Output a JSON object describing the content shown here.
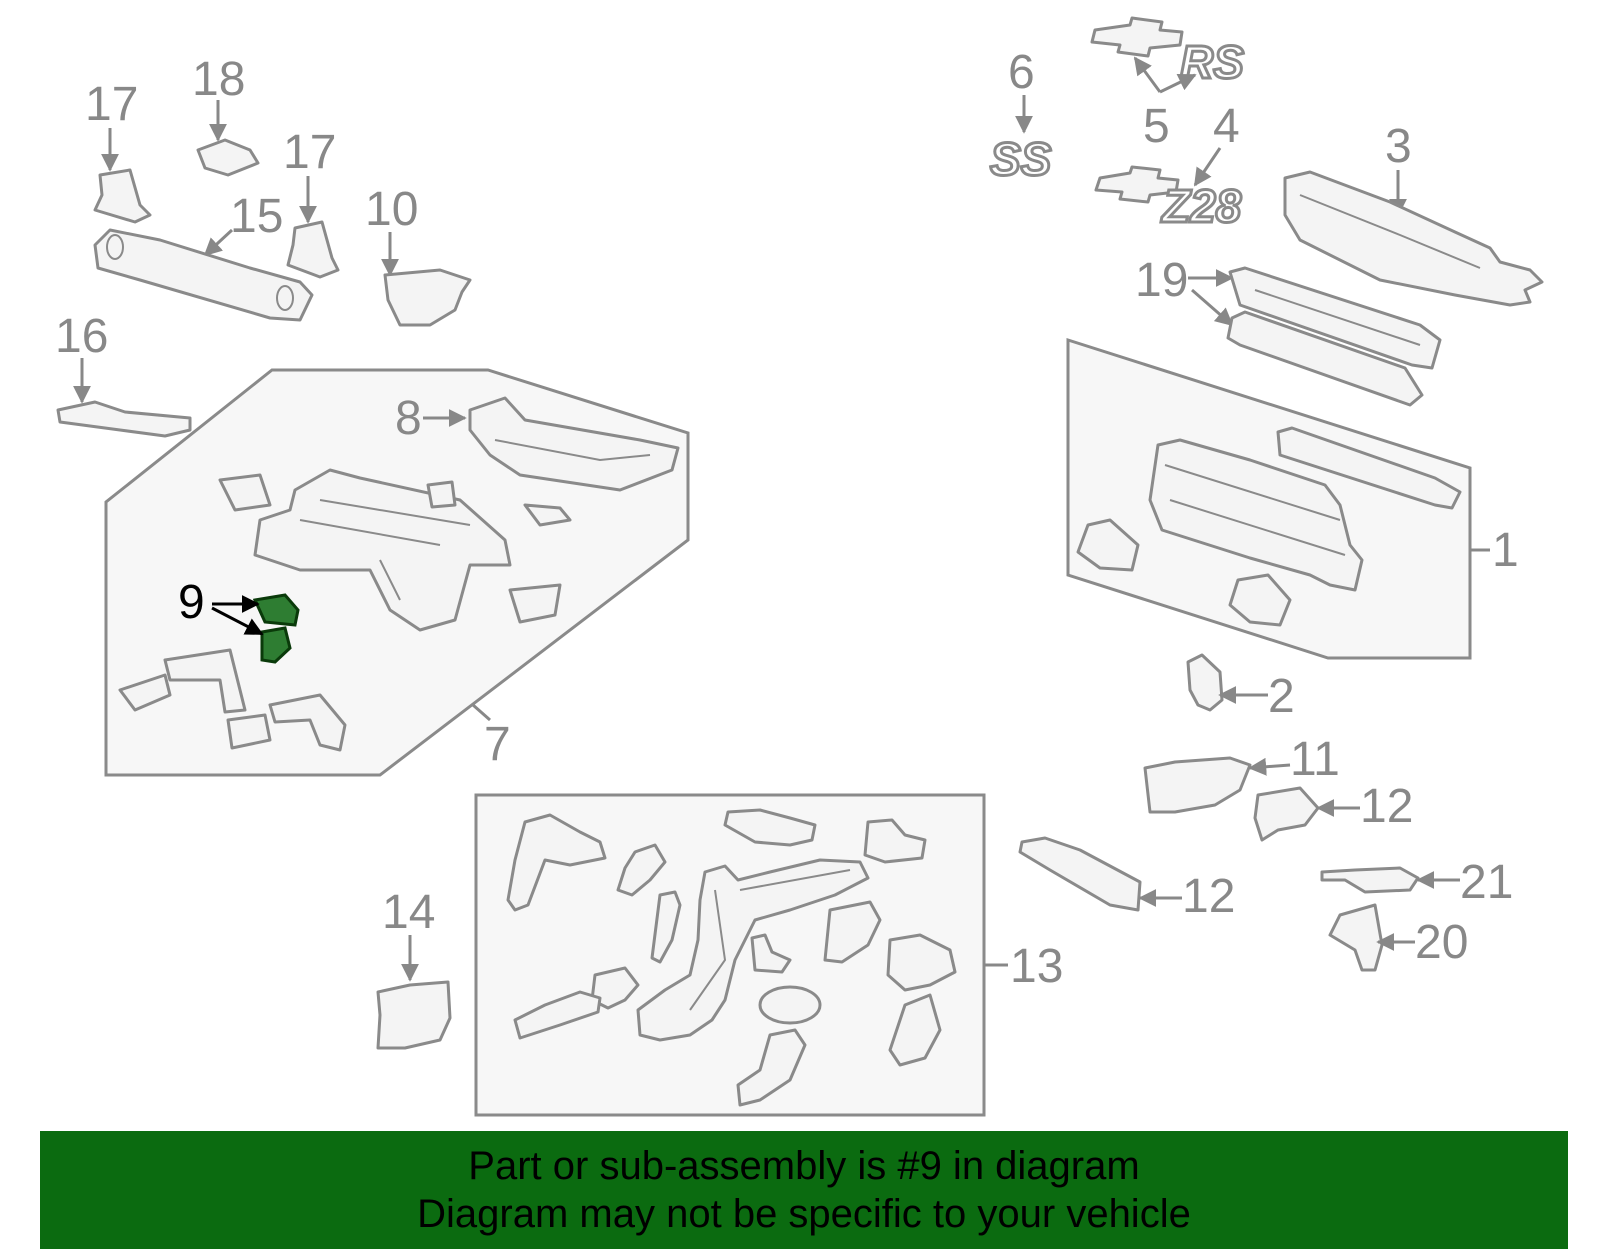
{
  "callouts": {
    "c1": "1",
    "c2": "2",
    "c3": "3",
    "c4": "4",
    "c5": "5",
    "c6": "6",
    "c7": "7",
    "c8": "8",
    "c9": "9",
    "c10": "10",
    "c11": "11",
    "c12a": "12",
    "c12b": "12",
    "c13": "13",
    "c14": "14",
    "c15": "15",
    "c16": "16",
    "c17a": "17",
    "c17b": "17",
    "c18": "18",
    "c19": "19",
    "c20": "20",
    "c21": "21"
  },
  "emblems": {
    "ss": "SS",
    "rs": "RS",
    "z28": "Z28"
  },
  "highlight": {
    "part_number": "9",
    "color": "#2e7d32"
  },
  "banner": {
    "line1": "Part or sub-assembly is #9 in diagram",
    "line2": "Diagram may not be specific to your vehicle",
    "background": "#0b6b10"
  }
}
